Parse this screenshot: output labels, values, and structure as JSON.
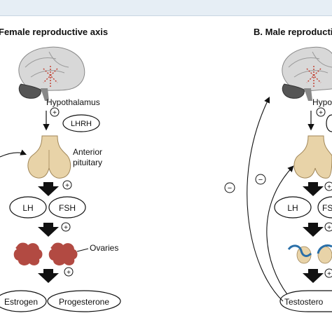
{
  "panels": {
    "female": {
      "title": "Female reproductive axis",
      "hypothalamus": "Hypothalamus",
      "lhrh": "LHRH",
      "pituitary_line1": "Anterior",
      "pituitary_line2": "pituitary",
      "lh": "LH",
      "fsh": "FSH",
      "ovaries": "Ovaries",
      "estrogen": "Estrogen",
      "progesterone": "Progesterone"
    },
    "male": {
      "title": "B. Male reproductive",
      "hypothalamus": "Hypo",
      "lh": "LH",
      "fsh": "FS",
      "testosterone": "Testostero"
    }
  },
  "signs": {
    "plus": "+",
    "minus": "−"
  },
  "colors": {
    "gland": "#e8d3a8",
    "ovary": "#b24a42",
    "testis_wire": "#2a6fa8",
    "topbar": "#e6eef5"
  }
}
